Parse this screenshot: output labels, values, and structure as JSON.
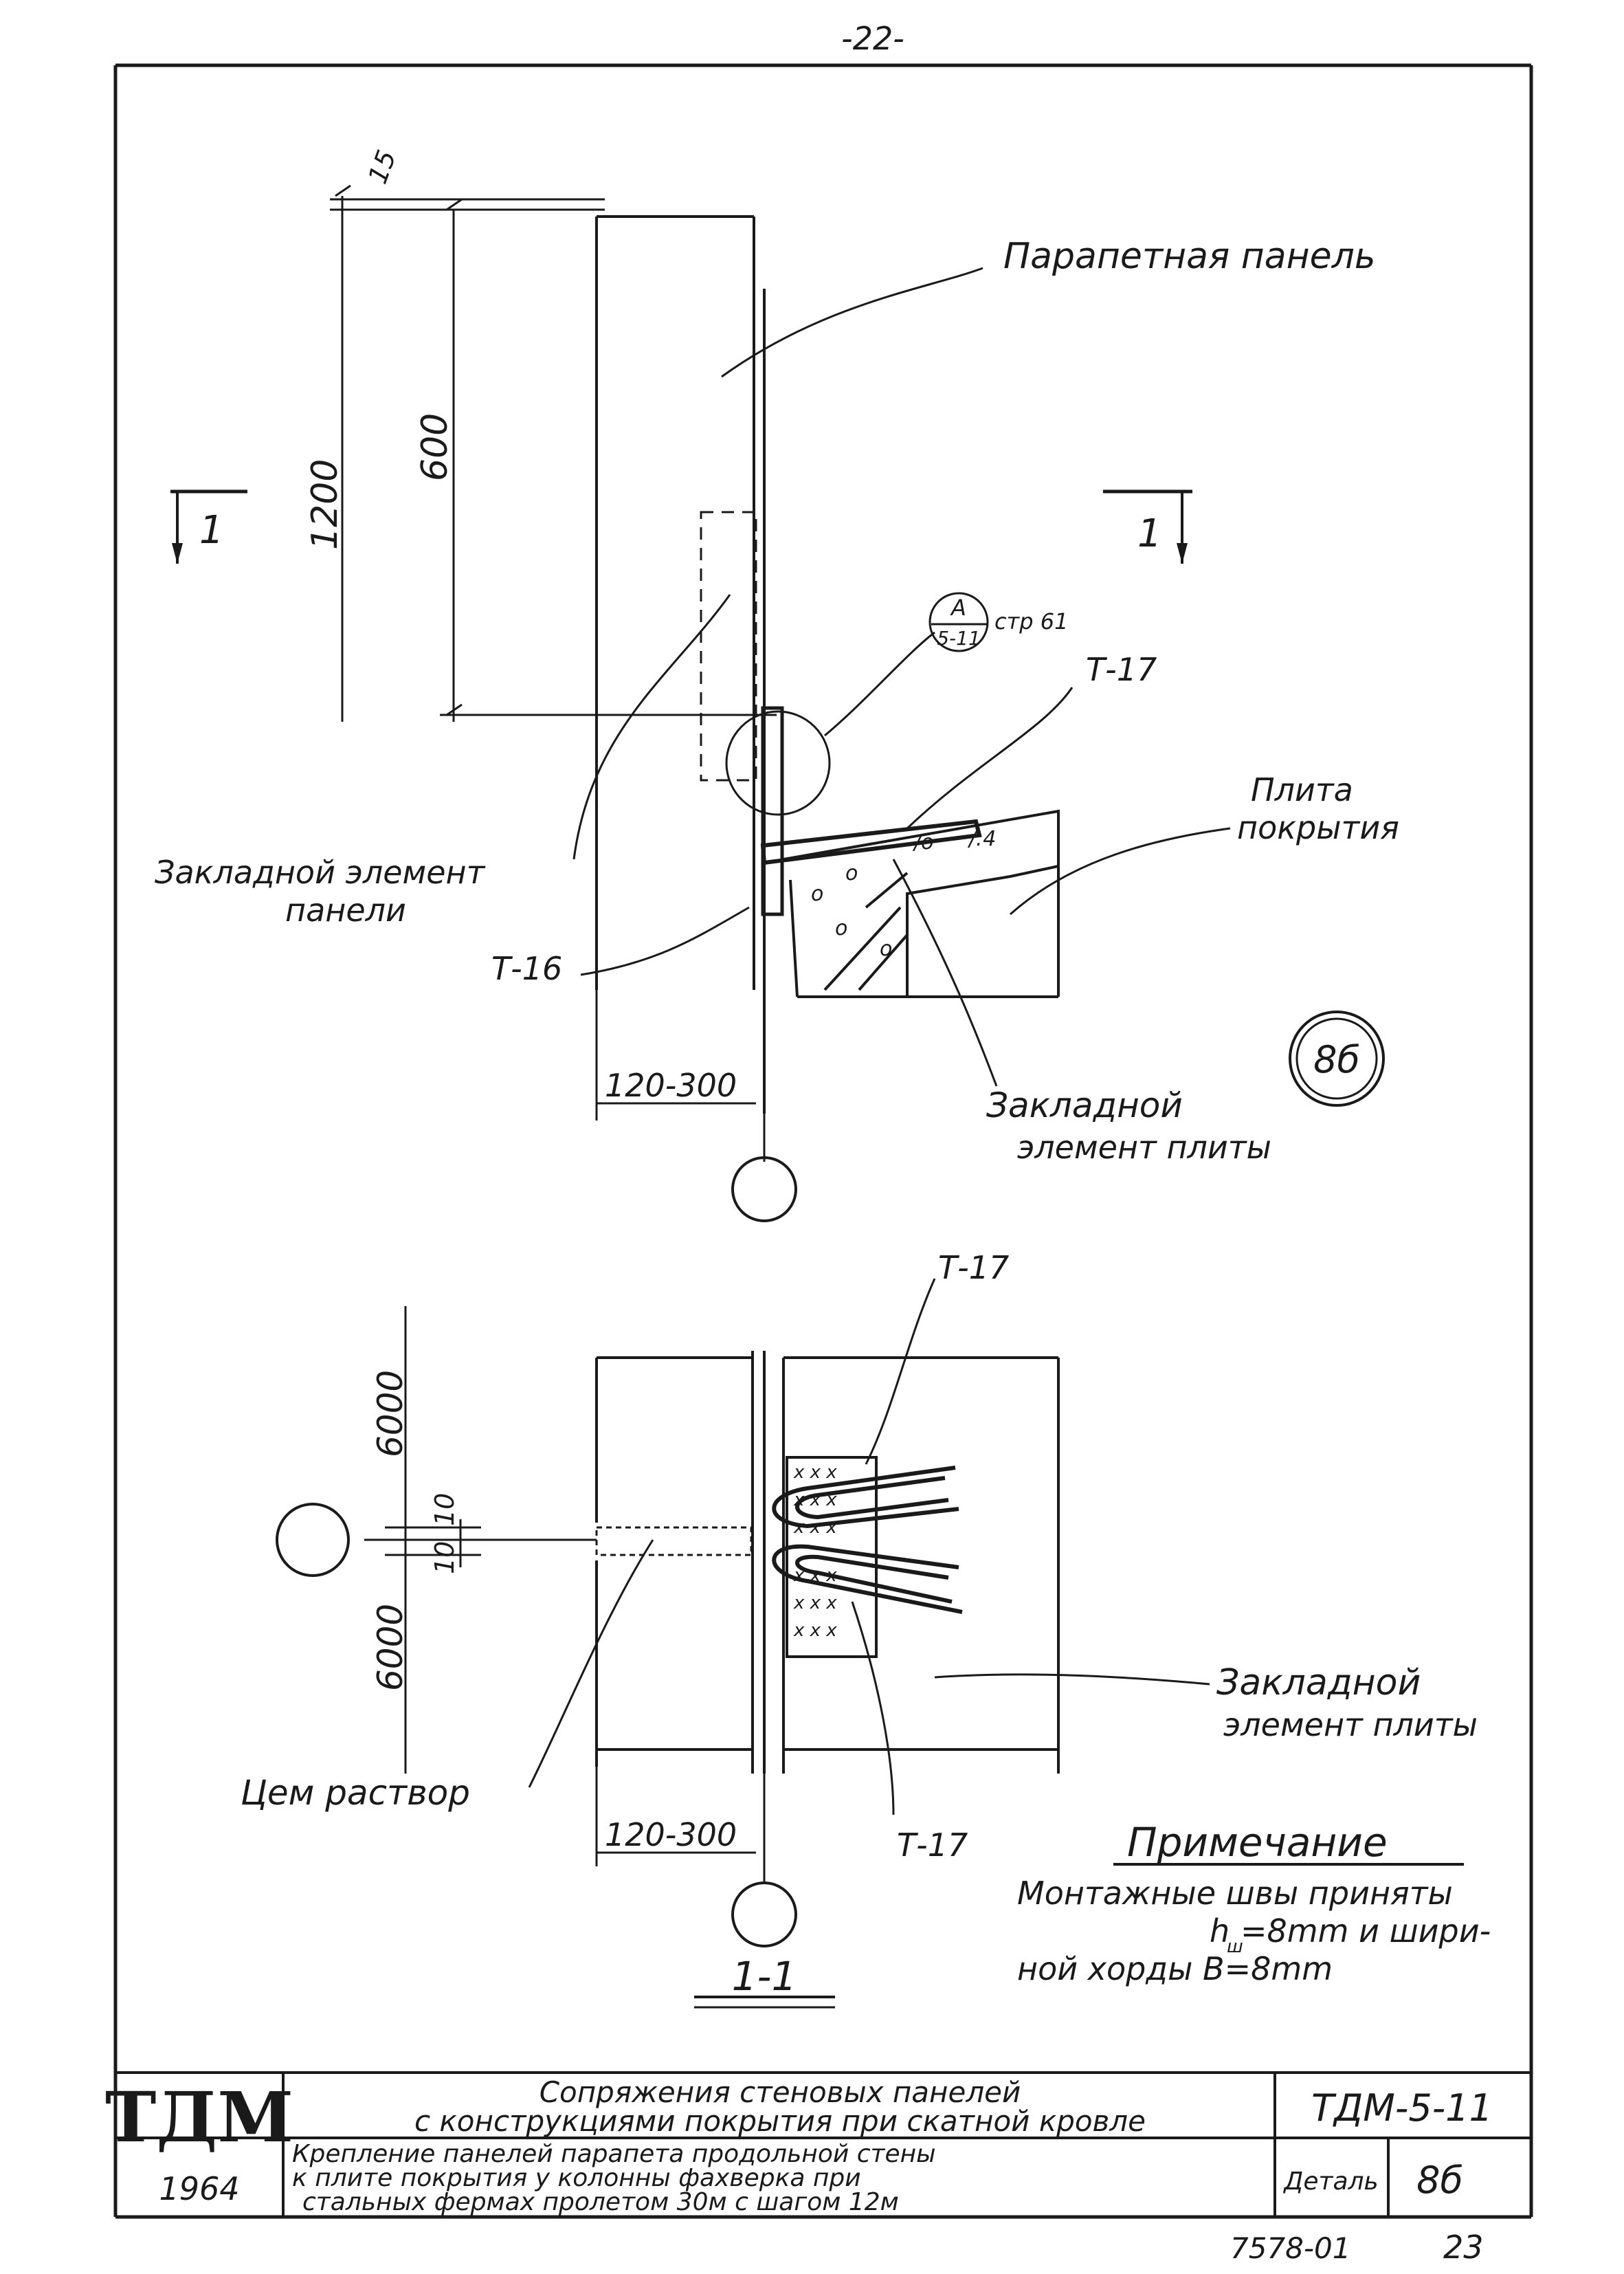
{
  "page": {
    "number_top": "-22-",
    "sheet_number": "23",
    "archive_number": "7578-01"
  },
  "section_marker": {
    "label": "1"
  },
  "callout": {
    "letter": "A",
    "ref": "5-11",
    "page_ref": "стр 61"
  },
  "detail_circle": {
    "label": "8б"
  },
  "dimensions": {
    "top_offset": "15",
    "height_total": "1200",
    "height_part": "600",
    "width_range": "120-300",
    "span_upper": "6000",
    "span_lower": "6000",
    "gap_upper": "10",
    "gap_lower": "10"
  },
  "labels": {
    "parapet_panel": "Парапетная панель",
    "panel_embed_line1": "Закладной элемент",
    "panel_embed_line2": "панели",
    "roof_slab_line1": "Плита",
    "roof_slab_line2": "покрытия",
    "slab_embed_line1": "Закладной",
    "slab_embed_line2": "элемент плиты",
    "t16": "Т-16",
    "t17": "Т-17",
    "cement_mortar": "Цем раствор",
    "section_title": "1-1"
  },
  "note": {
    "title": "Примечание",
    "line1": "Монтажные швы приняты",
    "line2": "h",
    "line2_sub": "ш",
    "line2_rest": "=8mm и шири-",
    "line3": "ной хорды В=8mm"
  },
  "title_block": {
    "logo": "ТДМ",
    "year": "1964",
    "title_line1": "Сопряжения стеновых панелей",
    "title_line2": "с конструкциями покрытия при скатной кровле",
    "desc_line1": "Крепление панелей парапета продольной стены",
    "desc_line2": "к плите покрытия у колонны фахверка при",
    "desc_line3": "стальных фермах пролетом 30м с шагом 12м",
    "code": "ТДМ-5-11",
    "detail_label": "Деталь",
    "detail_value": "8б"
  }
}
